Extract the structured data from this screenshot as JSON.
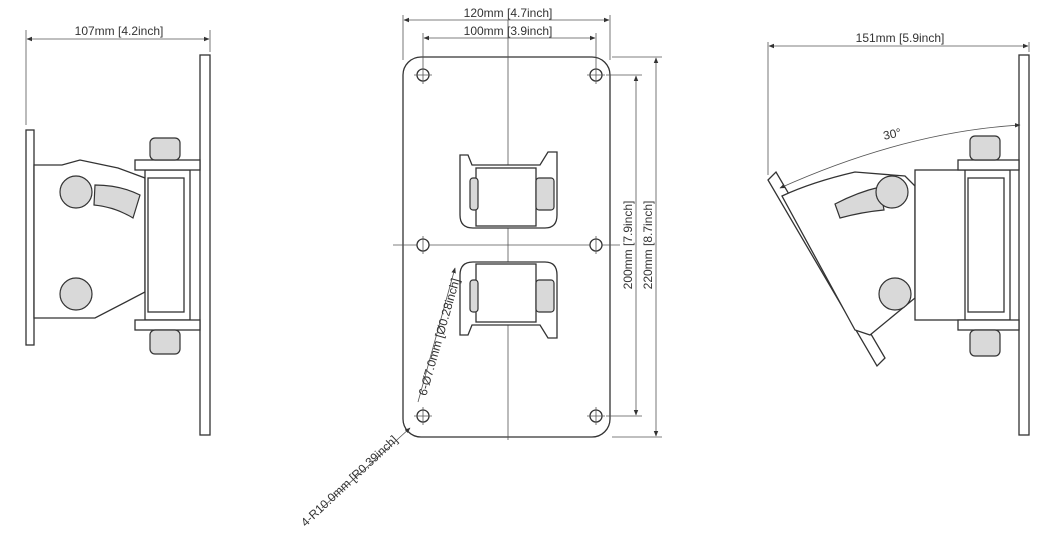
{
  "dimensions": {
    "side_depth": "107mm [4.2inch]",
    "plate_width_outer": "120mm [4.7inch]",
    "plate_width_holes": "100mm [3.9inch]",
    "plate_height_holes": "200mm [7.9inch]",
    "plate_height_outer": "220mm [8.7inch]",
    "hole_spec": "6-Ø7.0mm [Ø0.28inch]",
    "corner_radius": "4-R10.0mm [R0.39inch]",
    "tilted_depth": "151mm [5.9inch]",
    "tilt_angle": "30°"
  },
  "colors": {
    "line": "#333333",
    "fill": "#d9d9d9",
    "background": "#ffffff"
  }
}
